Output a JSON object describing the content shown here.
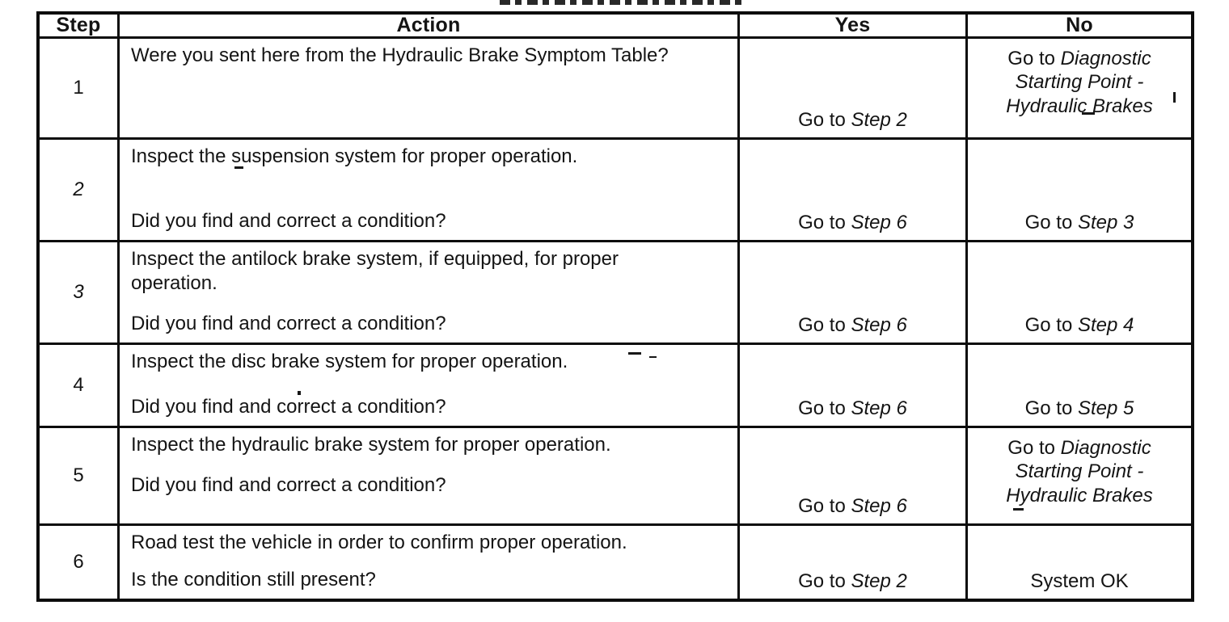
{
  "page": {
    "kind": "scanned diagnostic table",
    "ink_color": "#141414",
    "paper_color": "#ffffff"
  },
  "table": {
    "headers": {
      "step": "Step",
      "action": "Action",
      "yes": "Yes",
      "no": "No"
    },
    "rows": [
      {
        "step": "1",
        "action_main": "Were you sent here from the Hydraulic Brake Symptom Table?",
        "action_question": "",
        "yes": {
          "plain": "Go to ",
          "italic": "Step 2"
        },
        "no": {
          "plain": "Go to ",
          "italic": "Diagnostic Starting Point - Hydraulic Brakes"
        }
      },
      {
        "step": "2",
        "action_main": "Inspect the suspension system for proper operation.",
        "action_question": "Did you find and correct a condition?",
        "yes": {
          "plain": "Go to ",
          "italic": "Step 6"
        },
        "no": {
          "plain": "Go to ",
          "italic": "Step 3"
        }
      },
      {
        "step": "3",
        "action_main": "Inspect the antilock brake system, if equipped, for proper operation.",
        "action_question": "Did you find and correct a condition?",
        "yes": {
          "plain": "Go to ",
          "italic": "Step 6"
        },
        "no": {
          "plain": "Go to ",
          "italic": "Step 4"
        }
      },
      {
        "step": "4",
        "action_main": "Inspect the disc brake system for proper operation.",
        "action_question": "Did you find and correct a condition?",
        "yes": {
          "plain": "Go to ",
          "italic": "Step 6"
        },
        "no": {
          "plain": "Go to ",
          "italic": "Step 5"
        }
      },
      {
        "step": "5",
        "action_main": "Inspect the hydraulic brake system for proper operation.",
        "action_question": "Did you find and correct a condition?",
        "yes": {
          "plain": "Go to ",
          "italic": "Step 6"
        },
        "no": {
          "plain": "Go to ",
          "italic": "Diagnostic Starting Point - Hydraulic Brakes"
        }
      },
      {
        "step": "6",
        "action_main": "Road test the vehicle in order to confirm proper operation.",
        "action_question": "Is the condition still present?",
        "yes": {
          "plain": "Go to ",
          "italic": "Step 2"
        },
        "no": {
          "plain": "System OK",
          "italic": ""
        }
      }
    ]
  }
}
